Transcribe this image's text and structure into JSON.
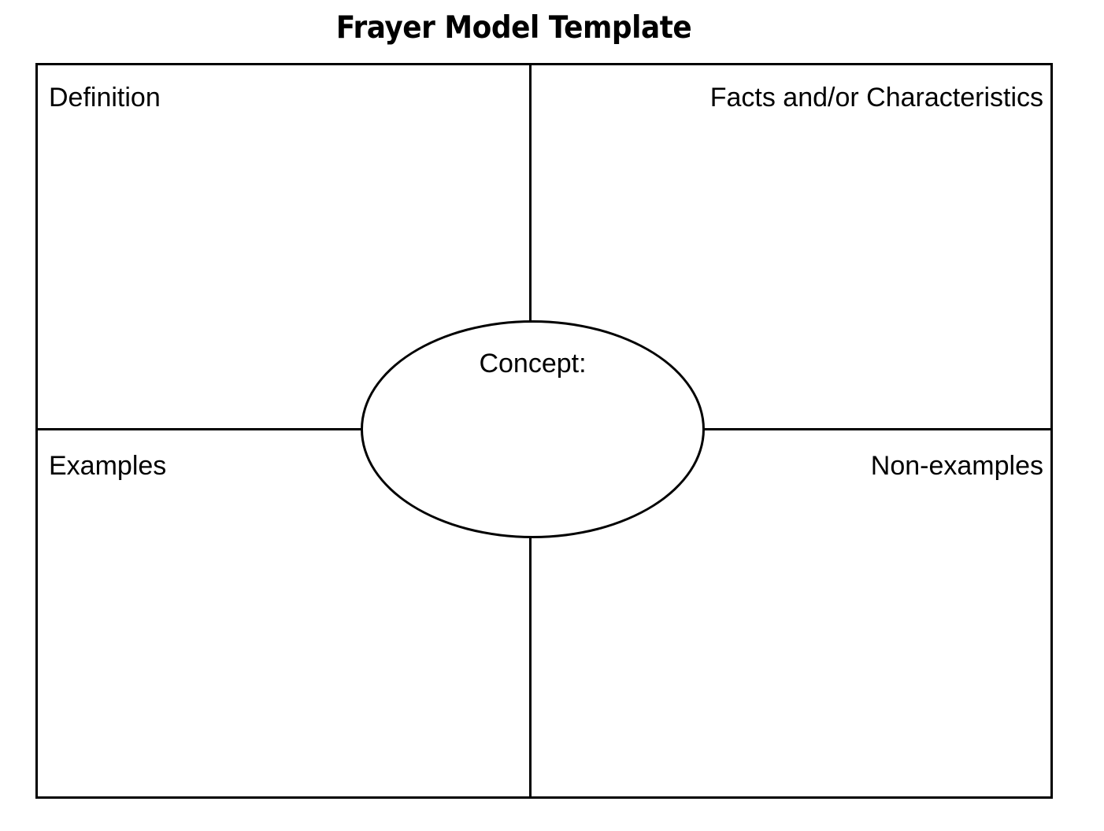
{
  "document": {
    "title": "Frayer Model Template"
  },
  "diagram": {
    "center": {
      "label": "Concept:"
    },
    "quadrants": [
      {
        "position": "top-left",
        "label": "Definition"
      },
      {
        "position": "top-right",
        "label": "Facts and/or Characteristics"
      },
      {
        "position": "bottom-left",
        "label": "Examples"
      },
      {
        "position": "bottom-right",
        "label": "Non-examples"
      }
    ]
  },
  "colors": {
    "ink": "#000000",
    "paper": "#ffffff"
  }
}
